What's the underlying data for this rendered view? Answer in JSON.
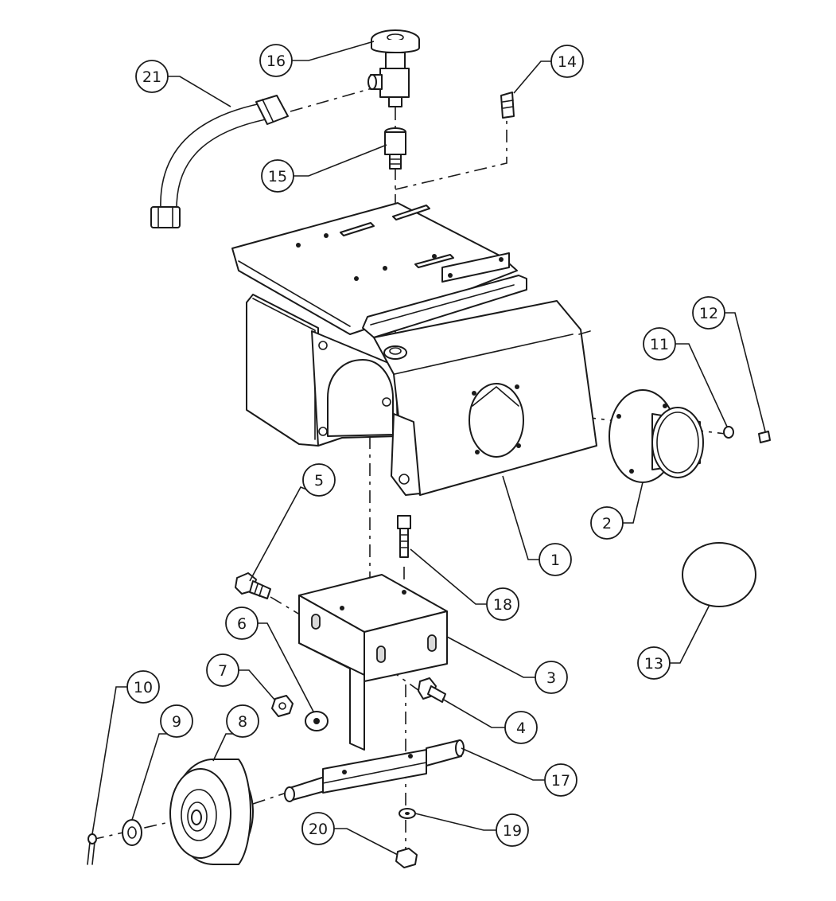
{
  "diagram": {
    "callouts": [
      {
        "id": "c1",
        "label": "1"
      },
      {
        "id": "c2",
        "label": "2"
      },
      {
        "id": "c3",
        "label": "3"
      },
      {
        "id": "c4",
        "label": "4"
      },
      {
        "id": "c5",
        "label": "5"
      },
      {
        "id": "c6",
        "label": "6"
      },
      {
        "id": "c7",
        "label": "7"
      },
      {
        "id": "c8",
        "label": "8"
      },
      {
        "id": "c9",
        "label": "9"
      },
      {
        "id": "c10",
        "label": "10"
      },
      {
        "id": "c11",
        "label": "11"
      },
      {
        "id": "c12",
        "label": "12"
      },
      {
        "id": "c13",
        "label": "13"
      },
      {
        "id": "c14",
        "label": "14"
      },
      {
        "id": "c15",
        "label": "15"
      },
      {
        "id": "c16",
        "label": "16"
      },
      {
        "id": "c17",
        "label": "17"
      },
      {
        "id": "c18",
        "label": "18"
      },
      {
        "id": "c19",
        "label": "19"
      },
      {
        "id": "c20",
        "label": "20"
      },
      {
        "id": "c21",
        "label": "21"
      }
    ],
    "colors": {
      "line": "#1a1a1a",
      "paper": "#ffffff",
      "shade": "#d9d9d9"
    }
  }
}
